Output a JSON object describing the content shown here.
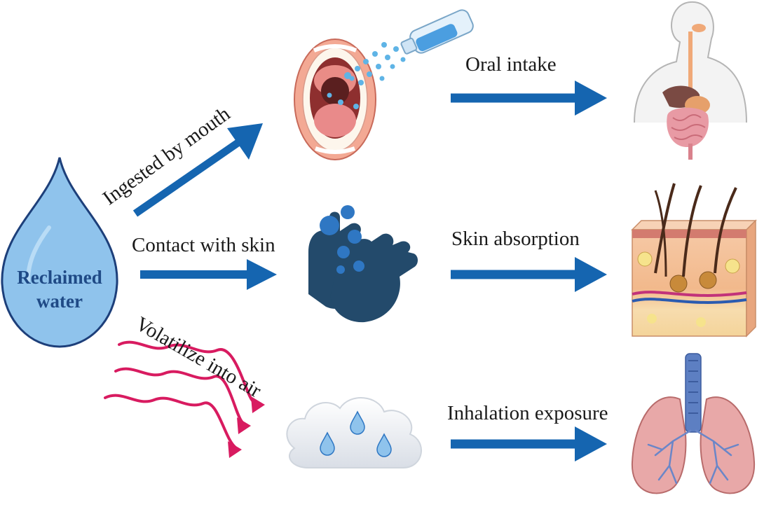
{
  "source": {
    "label_line1": "Reclaimed",
    "label_line2": "water"
  },
  "pathways": [
    {
      "route_label": "Ingested by mouth",
      "exposure_label": "Oral intake"
    },
    {
      "route_label": "Contact with skin",
      "exposure_label": "Skin absorption"
    },
    {
      "route_label": "Volatilize into air",
      "exposure_label": "Inhalation exposure"
    }
  ],
  "colors": {
    "arrow": "#1565b0",
    "drop_fill": "#8fc3ec",
    "drop_stroke": "#1d3f7a",
    "hand": "#234a6b",
    "bubble": "#2f77c3",
    "heat_wave": "#d81b60"
  },
  "icons": [
    "water-drop-icon",
    "open-mouth-icon",
    "water-bottle-icon",
    "digestive-system-icon",
    "washing-hands-icon",
    "skin-cross-section-icon",
    "heat-wave-icon",
    "vapor-cloud-icon",
    "lungs-icon"
  ]
}
